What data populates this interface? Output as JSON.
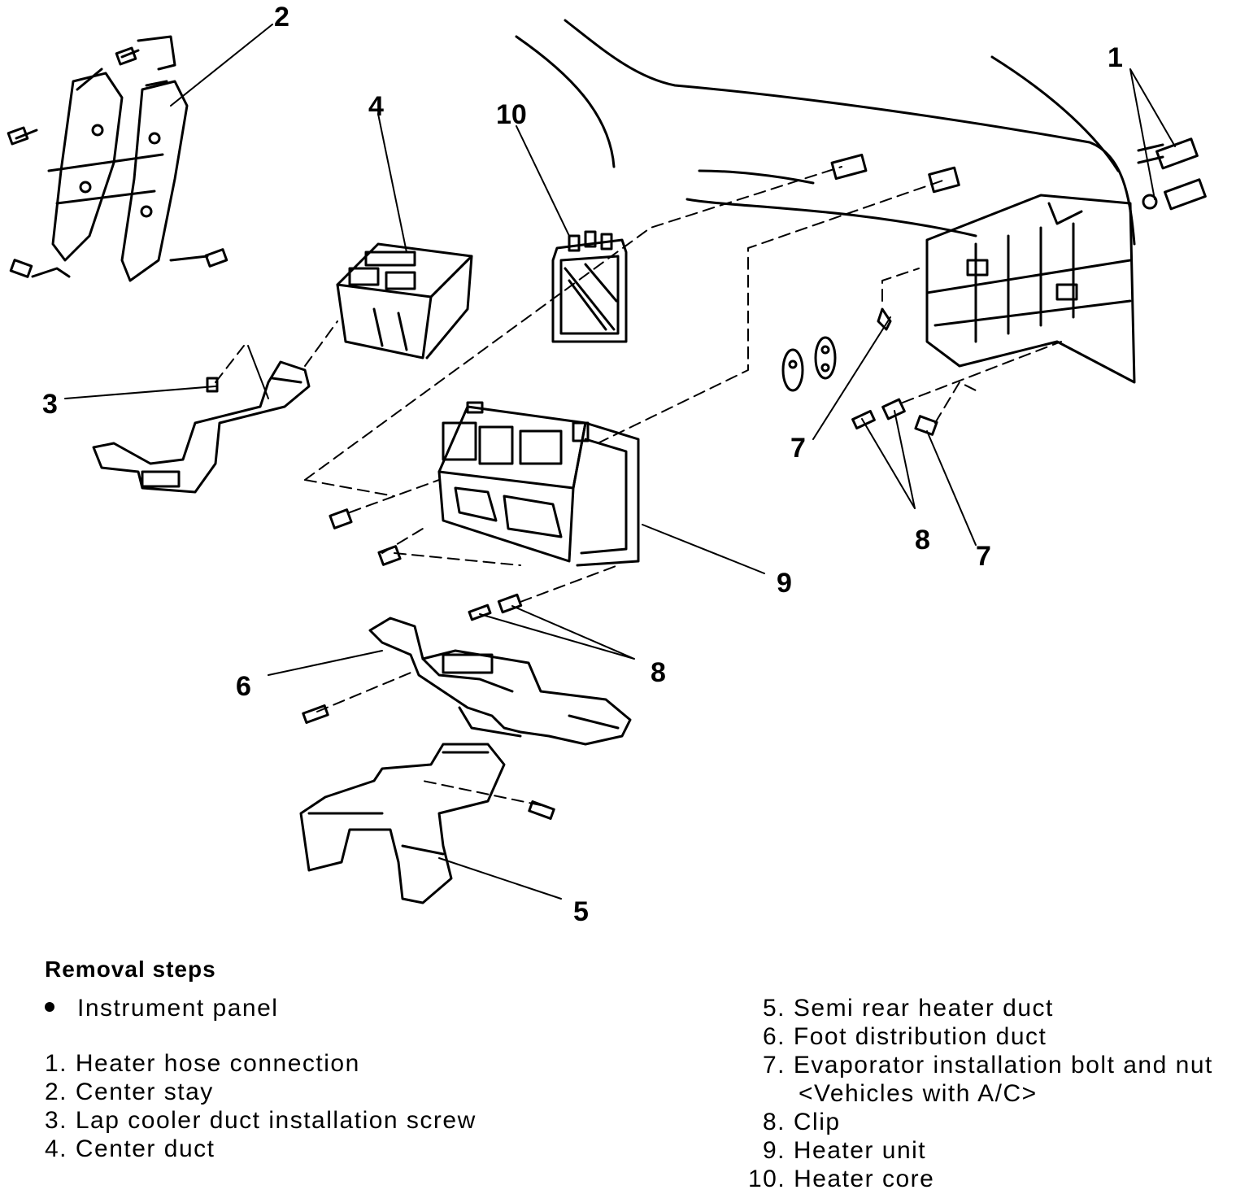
{
  "callouts": {
    "c1": "1",
    "c2": "2",
    "c3": "3",
    "c4": "4",
    "c5": "5",
    "c6": "6",
    "c7a": "7",
    "c7b": "7",
    "c8a": "8",
    "c8b": "8",
    "c9": "9",
    "c10": "10"
  },
  "legend": {
    "title": "Removal steps",
    "bullet_item": "Instrument panel",
    "left_items": [
      {
        "num": "1.",
        "text": "Heater hose connection"
      },
      {
        "num": "2.",
        "text": "Center stay"
      },
      {
        "num": "3.",
        "text": "Lap cooler duct installation screw"
      },
      {
        "num": "4.",
        "text": "Center duct"
      }
    ],
    "right_items": [
      {
        "num": "5.",
        "text": "Semi rear heater duct"
      },
      {
        "num": "6.",
        "text": "Foot distribution duct"
      },
      {
        "num": "7.",
        "text": "Evaporator installation bolt and nut"
      },
      {
        "num": "",
        "text": "<Vehicles with A/C>"
      },
      {
        "num": "8.",
        "text": "Clip"
      },
      {
        "num": "9.",
        "text": "Heater unit"
      },
      {
        "num": "10.",
        "text": "Heater core"
      }
    ]
  }
}
